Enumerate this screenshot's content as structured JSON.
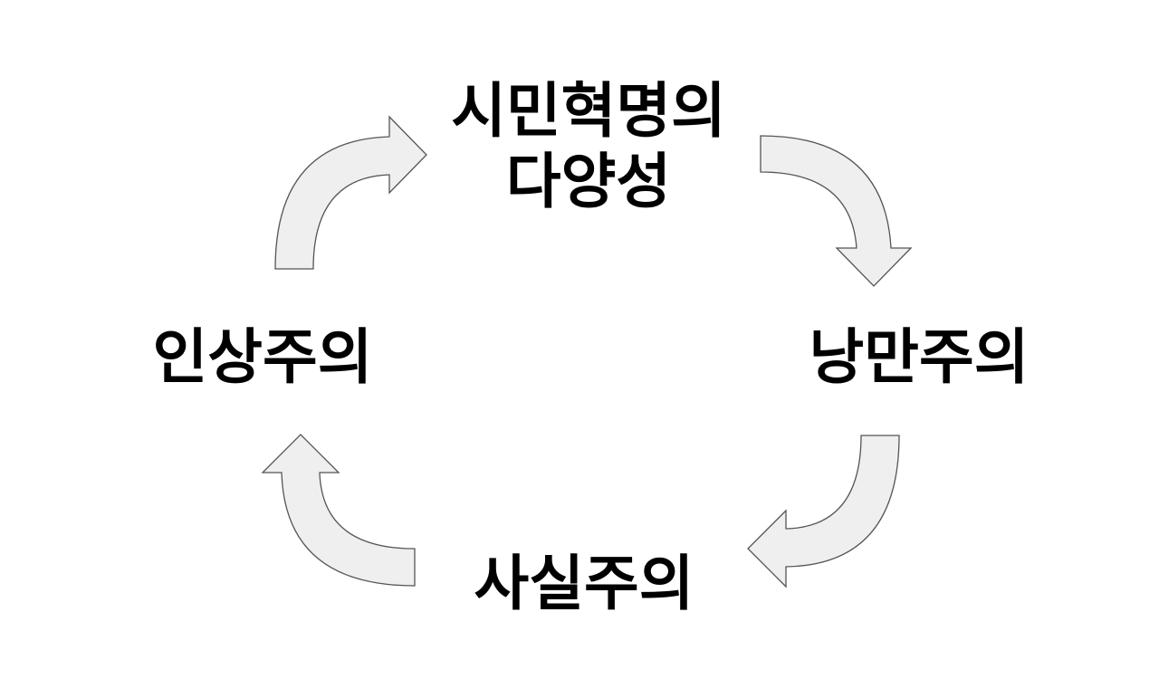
{
  "diagram": {
    "type": "cycle",
    "nodes": {
      "top": {
        "line1": "시민혁명의",
        "line2": "다양성"
      },
      "right": {
        "label": "낭만주의"
      },
      "bottom": {
        "label": "사실주의"
      },
      "left": {
        "label": "인상주의"
      }
    },
    "colors": {
      "arrow_fill": "#efefef",
      "arrow_stroke": "#555555",
      "text": "#000000"
    }
  }
}
